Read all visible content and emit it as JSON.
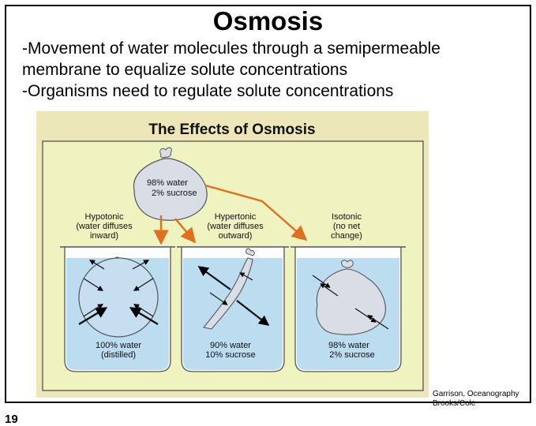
{
  "slide": {
    "title": "Osmosis",
    "bullets": [
      "-Movement of water molecules through a semipermeable",
      "membrane to equalize solute concentrations",
      "-Organisms need to regulate solute concentrations"
    ],
    "credit_line1": "Garrison, Oceanography",
    "credit_line2": "Brooks/Cole",
    "page_number": "19"
  },
  "diagram": {
    "title": "The Effects of Osmosis",
    "bag_label": [
      "98% water",
      "2% sucrose"
    ],
    "colors": {
      "background": "#ece6b8",
      "water": "#bcdcf0",
      "bag": "#d9dee6",
      "arrow": "#e07020"
    },
    "beakers": [
      {
        "name": "hypotonic",
        "heading": [
          "Hypotonic",
          "(water diffuses",
          "inward)"
        ],
        "content": [
          "100% water",
          "(distilled)"
        ]
      },
      {
        "name": "hypertonic",
        "heading": [
          "Hypertonic",
          "(water diffuses",
          "outward)"
        ],
        "content": [
          "90% water",
          "10% sucrose"
        ]
      },
      {
        "name": "isotonic",
        "heading": [
          "Isotonic",
          "(no net",
          "change)"
        ],
        "content": [
          "98% water",
          "2% sucrose"
        ]
      }
    ]
  }
}
